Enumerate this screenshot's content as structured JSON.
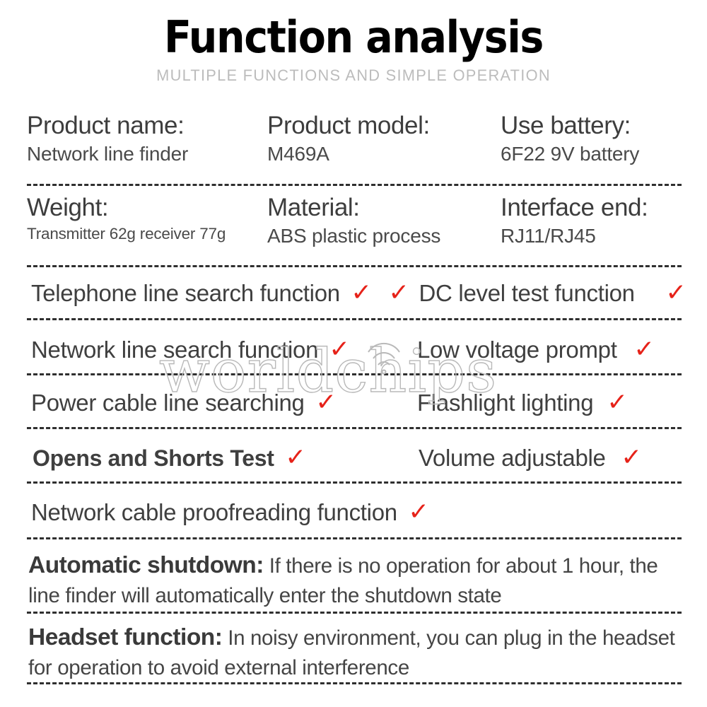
{
  "header": {
    "title": "Function analysis",
    "subtitle": "MULTIPLE FUNCTIONS AND SIMPLE OPERATION"
  },
  "watermark": {
    "text": "worldchips",
    "icon": "wifi-arc-icon",
    "color": "#b9b9b9"
  },
  "colors": {
    "title": "#000000",
    "subtitle": "#bcbcbc",
    "body_text": "#3f3f3f",
    "check_red": "#e62219",
    "separator": "#2f2f2f",
    "background": "#ffffff"
  },
  "specs": [
    {
      "label": "Product name:",
      "value": "Network line finder"
    },
    {
      "label": "Product model:",
      "value": "M469A"
    },
    {
      "label": "Use battery:",
      "value": "6F22 9V battery"
    },
    {
      "label": "Weight:",
      "value": "Transmitter 62g receiver 77g"
    },
    {
      "label": "Material:",
      "value": "ABS plastic process"
    },
    {
      "label": "Interface end:",
      "value": "RJ11/RJ45"
    }
  ],
  "features": {
    "check_glyph": "✓",
    "items": [
      {
        "label": "Telephone line search function",
        "checked": true
      },
      {
        "label": "DC level test function",
        "checked": true
      },
      {
        "label": "Network line search function",
        "checked": true
      },
      {
        "label": "Low voltage prompt",
        "checked": true
      },
      {
        "label": "Power cable line searching",
        "checked": true
      },
      {
        "label": "Flashlight lighting",
        "checked": true
      },
      {
        "label": "Opens and Shorts Test",
        "checked": true
      },
      {
        "label": "Volume adjustable",
        "checked": true
      },
      {
        "label": "Network cable proofreading function",
        "checked": true
      }
    ]
  },
  "paragraphs": [
    {
      "lead": "Automatic shutdown:",
      "body": " If there is no operation for about 1 hour, the line finder will automatically enter the shutdown state"
    },
    {
      "lead": "Headset function:",
      "body": " In noisy environment, you can plug in the headset for operation to avoid external interference"
    }
  ]
}
